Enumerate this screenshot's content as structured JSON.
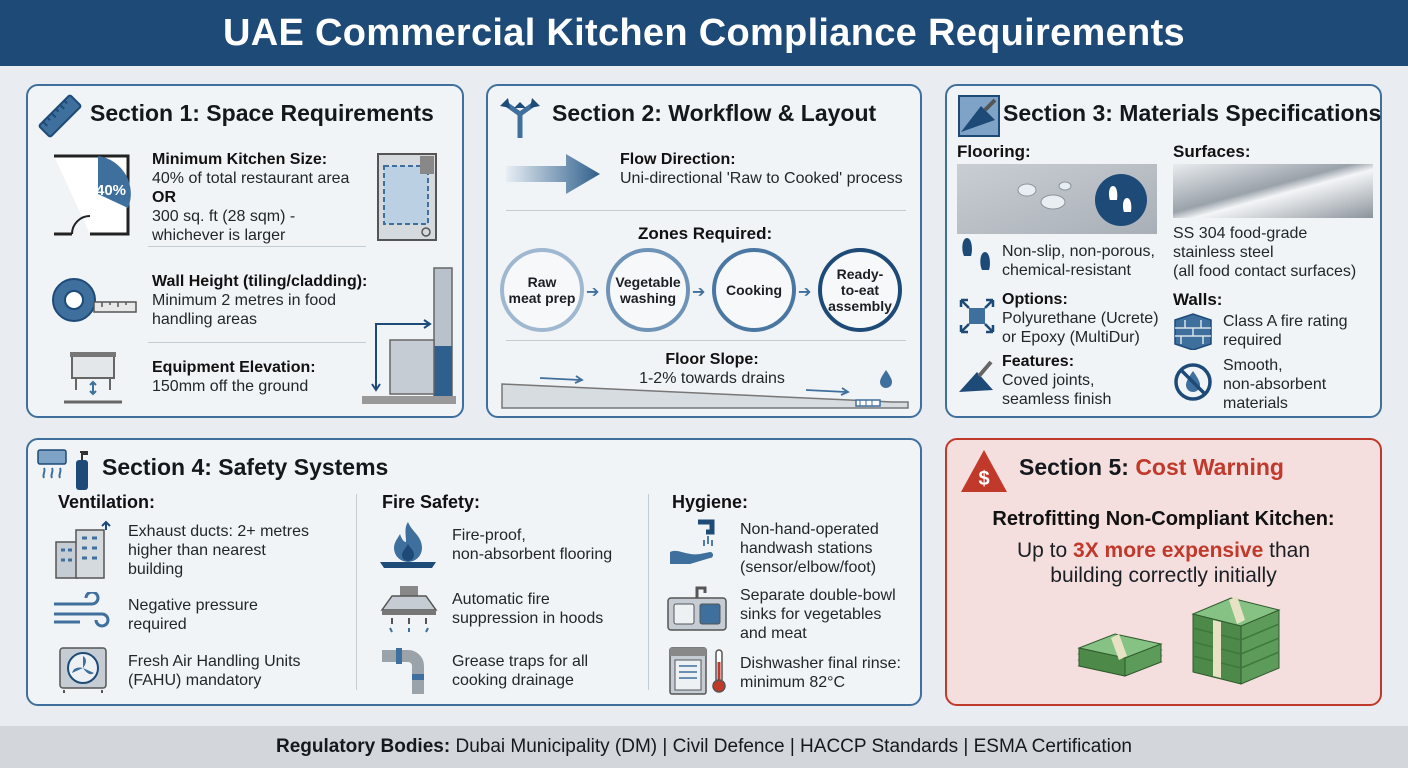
{
  "title": "UAE Commercial Kitchen Compliance Requirements",
  "section1": {
    "title": "Section 1: Space Requirements",
    "kitchen_size_label": "Minimum Kitchen Size:",
    "kitchen_size_line1": "40% of total restaurant area",
    "kitchen_size_or": "OR",
    "kitchen_size_line2": "300 sq. ft (28 sqm) -",
    "kitchen_size_line3": "whichever is larger",
    "pie_label": "40%",
    "wall_label": "Wall Height (tiling/cladding):",
    "wall_line1": "Minimum 2 metres in food",
    "wall_line2": "handling areas",
    "equip_label": "Equipment Elevation:",
    "equip_line1": "150mm off the ground"
  },
  "section2": {
    "title": "Section 2: Workflow & Layout",
    "flow_label": "Flow Direction:",
    "flow_text": "Uni-directional 'Raw to Cooked' process",
    "zones_label": "Zones Required:",
    "zones": [
      {
        "l1": "Raw",
        "l2": "meat prep",
        "l3": ""
      },
      {
        "l1": "Vegetable",
        "l2": "washing",
        "l3": ""
      },
      {
        "l1": "Cooking",
        "l2": "",
        "l3": ""
      },
      {
        "l1": "Ready-",
        "l2": "to-eat",
        "l3": "assembly"
      }
    ],
    "slope_label": "Floor Slope:",
    "slope_text": "1-2% towards drains"
  },
  "section3": {
    "title": "Section 3: Materials Specifications",
    "flooring_label": "Flooring:",
    "flooring_l1": "Non-slip, non-porous,",
    "flooring_l2": "chemical-resistant",
    "options_label": "Options:",
    "options_l1": "Polyurethane (Ucrete)",
    "options_l2": "or Epoxy (MultiDur)",
    "features_label": "Features:",
    "features_l1": "Coved joints,",
    "features_l2": "seamless finish",
    "surfaces_label": "Surfaces:",
    "surfaces_l1": "SS 304 food-grade",
    "surfaces_l2": "stainless steel",
    "surfaces_l3": "(all food contact surfaces)",
    "walls_label": "Walls:",
    "walls_l1": "Class A fire rating",
    "walls_l2": "required",
    "walls2_l1": "Smooth,",
    "walls2_l2": "non-absorbent",
    "walls2_l3": "materials"
  },
  "section4": {
    "title": "Section 4: Safety Systems",
    "ventilation": {
      "label": "Ventilation:",
      "items": [
        {
          "l1": "Exhaust ducts: 2+ metres",
          "l2": "higher than nearest",
          "l3": "building"
        },
        {
          "l1": "Negative pressure",
          "l2": "required",
          "l3": ""
        },
        {
          "l1": "Fresh Air Handling Units",
          "l2": "(FAHU) mandatory",
          "l3": ""
        }
      ]
    },
    "fire": {
      "label": "Fire Safety:",
      "items": [
        {
          "l1": "Fire-proof,",
          "l2": "non-absorbent flooring",
          "l3": ""
        },
        {
          "l1": "Automatic fire",
          "l2": "suppression in hoods",
          "l3": ""
        },
        {
          "l1": "Grease traps for all",
          "l2": "cooking drainage",
          "l3": ""
        }
      ]
    },
    "hygiene": {
      "label": "Hygiene:",
      "items": [
        {
          "l1": "Non-hand-operated",
          "l2": "handwash stations",
          "l3": "(sensor/elbow/foot)"
        },
        {
          "l1": "Separate double-bowl",
          "l2": "sinks for vegetables",
          "l3": "and meat"
        },
        {
          "l1": "Dishwasher final rinse:",
          "l2": "minimum 82°C",
          "l3": ""
        }
      ]
    }
  },
  "section5": {
    "title_prefix": "Section 5: ",
    "title_warn": "Cost Warning",
    "heading": "Retrofitting Non-Compliant Kitchen:",
    "line1_prefix": "Up to ",
    "line1_highlight": "3X more expensive",
    "line1_suffix": " than",
    "line2": "building correctly initially"
  },
  "footer": {
    "label": "Regulatory Bodies:",
    "text": " Dubai Municipality (DM) | Civil Defence | HACCP Standards | ESMA Certification"
  },
  "colors": {
    "primary": "#1e4a78",
    "accent": "#3f6f9c",
    "warning": "#c0392b",
    "money": "#5d9b5a"
  }
}
